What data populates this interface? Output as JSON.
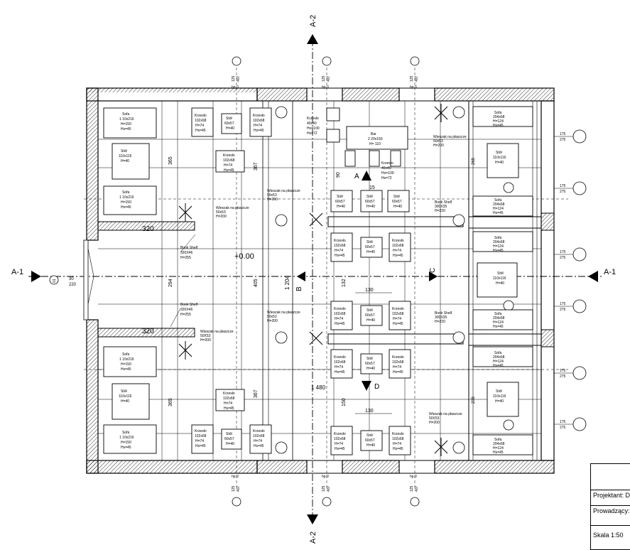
{
  "level_label": "+0.00",
  "section_markers": {
    "a1": "A-1",
    "a2": "A-2"
  },
  "view_markers": {
    "a": "A",
    "b": "B",
    "c": "C",
    "d": "D"
  },
  "grid_bubbles": {
    "vertical": [
      "175",
      "275"
    ],
    "horizontal": [
      "125",
      "407"
    ]
  },
  "hp_label": "hp 0",
  "entrance_bubble": "01",
  "dimensions": {
    "d320": "320",
    "d365": "365",
    "d367": "367",
    "d294": "294",
    "d405": "405",
    "d1204": "1 204",
    "d1480": "1 480",
    "d132": "132",
    "d150": "150",
    "d130": "130",
    "d90": "90",
    "d15": "15",
    "d265": "265",
    "d235": "235",
    "d220": "220",
    "d30": "30"
  },
  "furniture": {
    "sofa": [
      "Sofa",
      "1 10x216",
      "H=150",
      "Hs=45"
    ],
    "sofa_r": [
      "Sofa",
      "204x68",
      "H=124",
      "Hs=45"
    ],
    "stol_big": [
      "Stół",
      "110x116",
      "H=40"
    ],
    "stol_small": [
      "Stół",
      "60x57",
      "H=40"
    ],
    "krzeslo": [
      "Krzesło",
      "102x68",
      "H=74",
      "Hs=45"
    ],
    "krzeslo_bar": [
      "Krzesło",
      "40x40",
      "Ho=100",
      "Hs=72"
    ],
    "bar": [
      "Bar",
      "2 20x150",
      "H= 110"
    ],
    "shelf_left": [
      "Book Shelf",
      "320X46",
      "H=255"
    ],
    "shelf_right": [
      "Book Shelf",
      "300X35",
      "H=220"
    ],
    "wieszak_a": [
      "Wieszak na płaszcze",
      "50x53",
      "H=200"
    ],
    "wieszak_b": [
      "Wieszak na płaszcze",
      "50X53",
      "H=200"
    ]
  },
  "title_block": {
    "projektant": "Projektant: D",
    "prowadzacy": "Prowadzący:",
    "skala": "Skala 1:50"
  }
}
